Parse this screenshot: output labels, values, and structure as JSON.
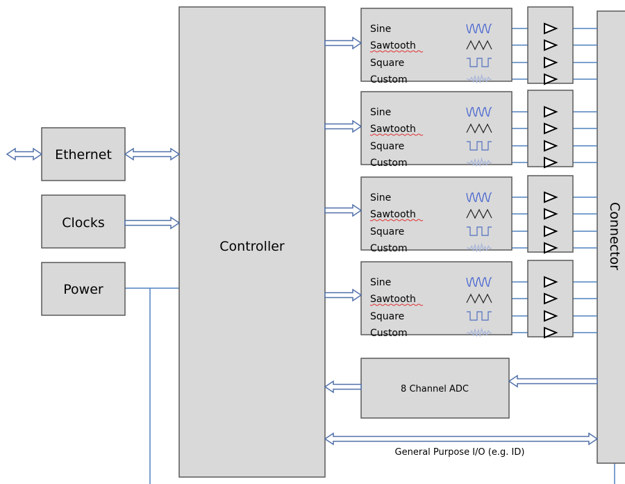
{
  "blocks": {
    "ethernet": "Ethernet",
    "clocks": "Clocks",
    "power": "Power",
    "controller": "Controller",
    "connector": "Connector",
    "adc": "8 Channel ADC",
    "gpio": "General Purpose I/O (e.g. ID)"
  },
  "waveform_labels": [
    "Sine",
    "Sawtooth",
    "Square",
    "Custom"
  ],
  "generator_count": 4,
  "colors": {
    "box_fill": "#d9d9d9",
    "wire": "#4f81bd",
    "sine": "#3f5fd0",
    "sawtooth": "#222222",
    "square": "#4f6fbf",
    "custom": "#a6b4d9"
  }
}
